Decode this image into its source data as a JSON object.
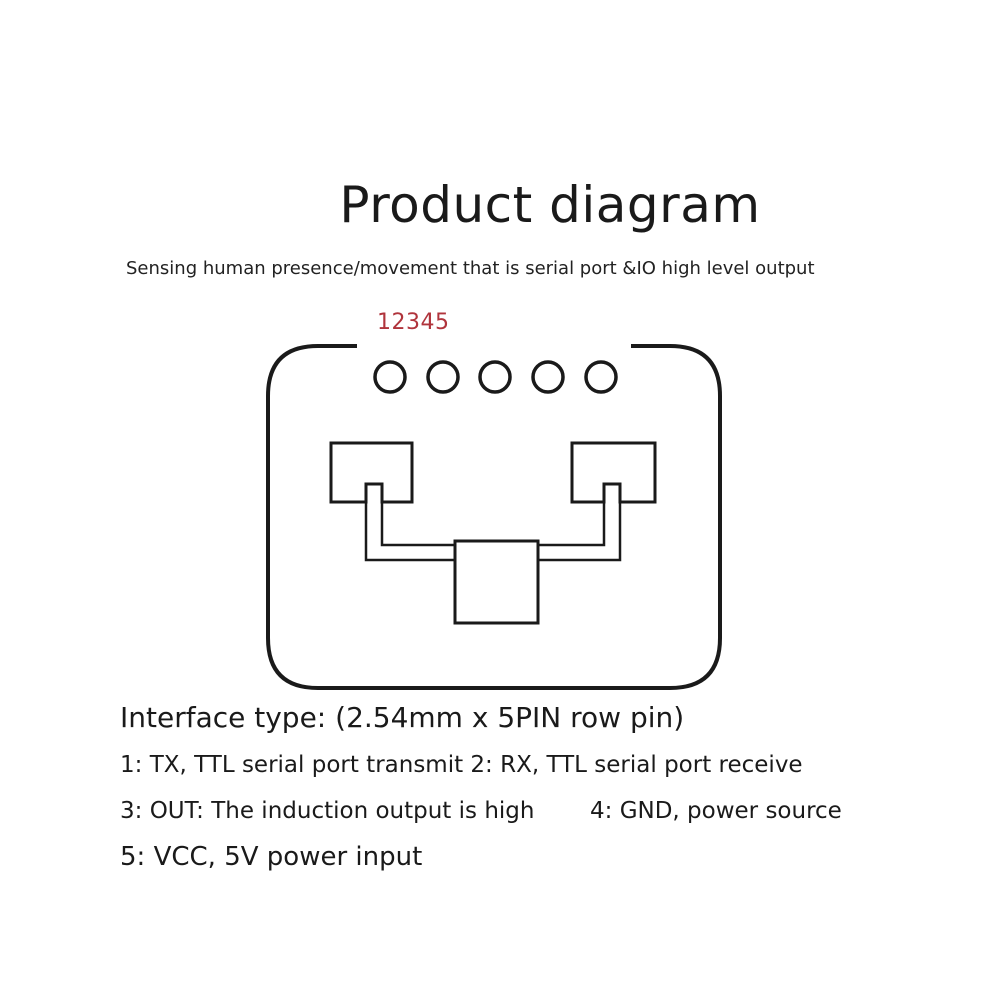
{
  "diagram": {
    "title": "Product diagram",
    "subtitle": "Sensing human presence/movement that is serial port &IO high level output",
    "pin_numbers": "12345",
    "pin_count": 5,
    "colors": {
      "pin_numbers": "#b0343c",
      "outline": "#1a1a1a",
      "background": "#ffffff"
    }
  },
  "interface": {
    "type": "Interface type: (2.54mm x 5PIN row pin)",
    "pins_1_2": "1: TX, TTL serial port transmit 2: RX, TTL serial port receive",
    "pin_3": "3: OUT: The induction output is high",
    "pin_4": "4: GND, power source",
    "pin_5": "5: VCC, 5V power input"
  }
}
